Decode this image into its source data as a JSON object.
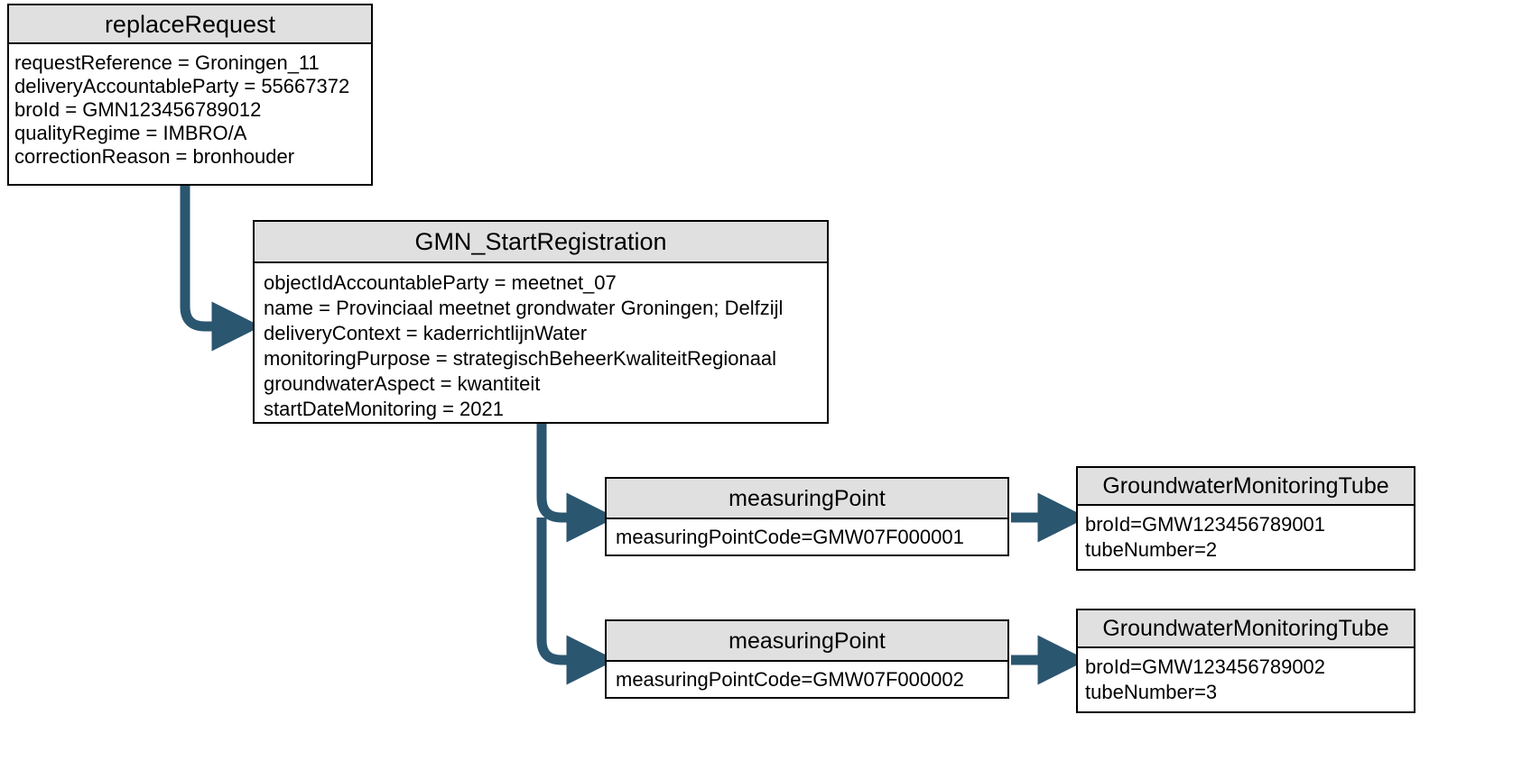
{
  "diagram": {
    "type": "uml-object-diagram",
    "colors": {
      "node_header_fill": "#e0e0e0",
      "node_body_fill": "#ffffff",
      "node_border": "#000000",
      "arrow": "#2b5670",
      "background": "#ffffff"
    },
    "nodes": [
      {
        "id": "replaceRequest",
        "title": "replaceRequest",
        "attributes": [
          "requestReference = Groningen_11",
          "deliveryAccountableParty = 55667372",
          "broId = GMN123456789012",
          "qualityRegime = IMBRO/A",
          "correctionReason = bronhouder"
        ]
      },
      {
        "id": "GMN_StartRegistration",
        "title": "GMN_StartRegistration",
        "attributes": [
          "objectIdAccountableParty = meetnet_07",
          "name = Provinciaal meetnet grondwater Groningen; Delfzijl",
          "deliveryContext = kaderrichtlijnWater",
          "monitoringPurpose = strategischBeheerKwaliteitRegionaal",
          "groundwaterAspect = kwantiteit",
          "startDateMonitoring = 2021"
        ]
      },
      {
        "id": "measuringPoint1",
        "title": "measuringPoint",
        "attributes": [
          "measuringPointCode=GMW07F000001"
        ]
      },
      {
        "id": "measuringPoint2",
        "title": "measuringPoint",
        "attributes": [
          "measuringPointCode=GMW07F000002"
        ]
      },
      {
        "id": "groundwaterMonitoringTube1",
        "title": "GroundwaterMonitoringTube",
        "attributes": [
          "broId=GMW123456789001",
          "tubeNumber=2"
        ]
      },
      {
        "id": "groundwaterMonitoringTube2",
        "title": "GroundwaterMonitoringTube",
        "attributes": [
          "broId=GMW123456789002",
          "tubeNumber=3"
        ]
      }
    ],
    "connectors": [
      {
        "id": "conn-replace-to-gmn",
        "from": "replaceRequest",
        "to": "GMN_StartRegistration",
        "style": "elbow-arrow"
      },
      {
        "id": "conn-gmn-to-mp1",
        "from": "GMN_StartRegistration",
        "to": "measuringPoint1",
        "style": "elbow-arrow"
      },
      {
        "id": "conn-gmn-to-mp2",
        "from": "GMN_StartRegistration",
        "to": "measuringPoint2",
        "style": "elbow-arrow"
      },
      {
        "id": "conn-mp1-to-tube1",
        "from": "measuringPoint1",
        "to": "groundwaterMonitoringTube1",
        "style": "straight-arrow"
      },
      {
        "id": "conn-mp2-to-tube2",
        "from": "measuringPoint2",
        "to": "groundwaterMonitoringTube2",
        "style": "straight-arrow"
      }
    ]
  }
}
